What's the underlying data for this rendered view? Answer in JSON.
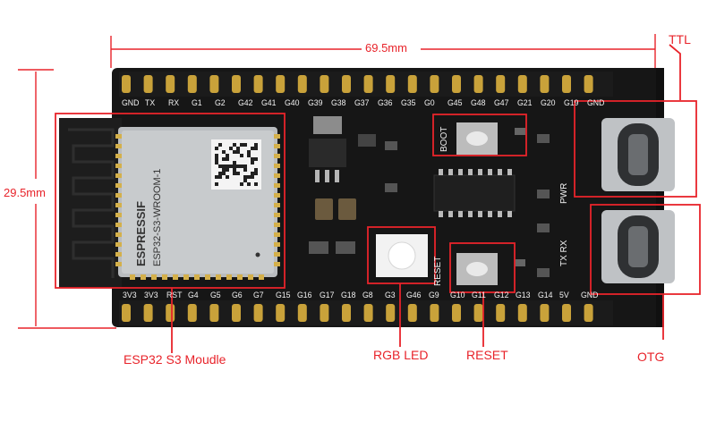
{
  "dimensions": {
    "width_label": "69.5mm",
    "height_label": "29.5mm"
  },
  "callouts": {
    "ttl": "TTL",
    "otg": "OTG",
    "rgb_led": "RGB LED",
    "reset": "RESET",
    "module": "ESP32 S3 Moudle"
  },
  "top_pins": [
    "GND",
    "TX",
    "RX",
    "G1",
    "G2",
    "G42",
    "G41",
    "G40",
    "G39",
    "G38",
    "G37",
    "G36",
    "G35",
    "G0",
    "G45",
    "G48",
    "G47",
    "G21",
    "G20",
    "G19",
    "GND"
  ],
  "bottom_pins": [
    "3V3",
    "3V3",
    "RST",
    "G4",
    "G5",
    "G6",
    "G7",
    "G15",
    "G16",
    "G17",
    "G18",
    "G8",
    "G3",
    "G46",
    "G9",
    "G10",
    "G11",
    "G12",
    "G13",
    "G14",
    "5V",
    "GND"
  ],
  "board_labels": {
    "boot": "BOOT",
    "reset_side": "RESET",
    "pwr": "PWR",
    "txrx": "TX RX",
    "module_brand": "ESPRESSIF",
    "module_model": "ESP32-S3-WROOM-1"
  },
  "colors": {
    "callout": "#e8232a",
    "pcb": "#161616",
    "pin_gold": "#c9a23a"
  }
}
